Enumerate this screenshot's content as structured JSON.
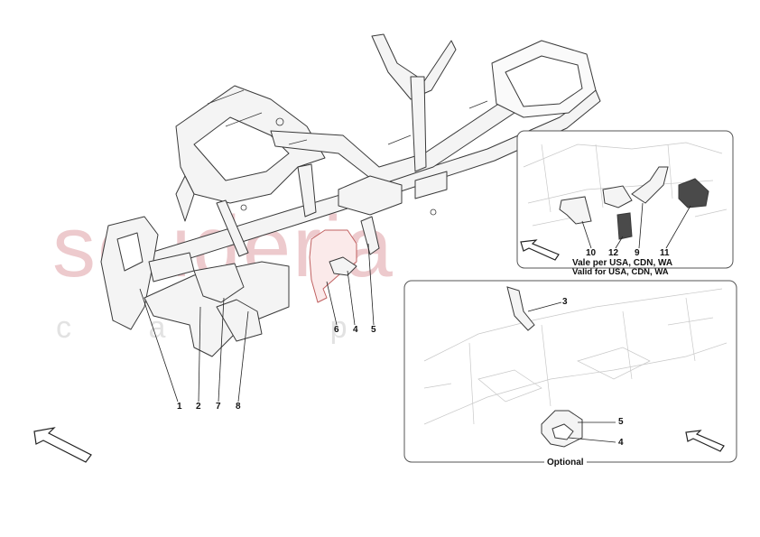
{
  "watermark": {
    "main": "scuderia",
    "sub": "c a r   p a r t s"
  },
  "main_labels": {
    "l1": "1",
    "l2": "2",
    "l7": "7",
    "l8": "8",
    "l6": "6",
    "l4": "4",
    "l5": "5"
  },
  "inset_top": {
    "labels": {
      "l10": "10",
      "l12": "12",
      "l9": "9",
      "l11": "11"
    },
    "note_it": "Vale per USA, CDN, WA",
    "note_en": "Valid for USA, CDN, WA"
  },
  "inset_bottom": {
    "labels": {
      "l3": "3",
      "l5": "5",
      "l4": "4"
    },
    "caption": "Optional"
  },
  "colors": {
    "line": "#3a3a3a",
    "light_line": "#bdbdbd",
    "fill": "#f4f4f4",
    "panel_border": "#555555",
    "watermark": "#e8b9bd",
    "dark_part": "#4a4a4a"
  }
}
